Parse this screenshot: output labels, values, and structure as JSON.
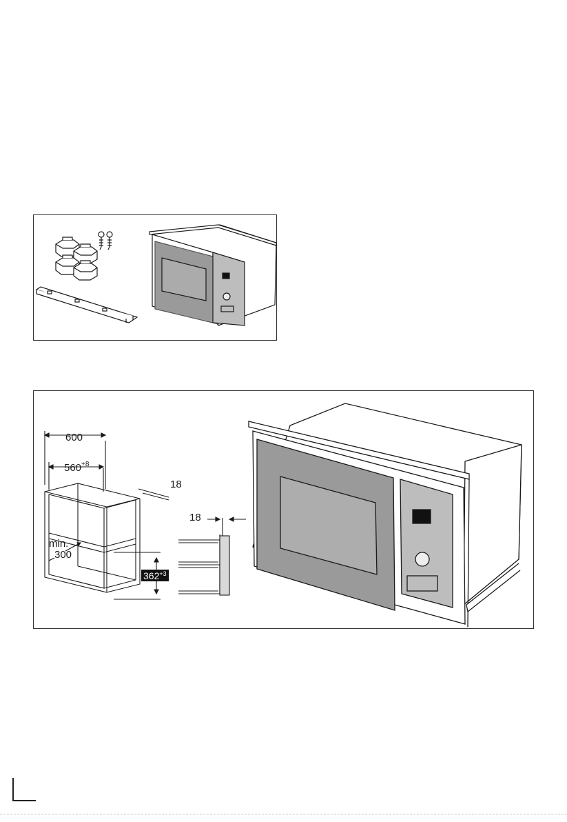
{
  "diagram": {
    "figure_top": {
      "type": "parts-overview"
    },
    "figure_bottom": {
      "type": "installation-dimensions",
      "labels": {
        "width_total": "600",
        "width_inner": "560",
        "width_inner_tol": "+8",
        "panel_thickness_top": "18",
        "panel_thickness_side": "18",
        "depth_min_label": "min.",
        "depth_min_value": "300",
        "height": "362",
        "height_tol": "+3"
      }
    }
  },
  "colors": {
    "appliance_gray": "#9a9a9a",
    "panel_fill": "#d9d9d9",
    "line": "#1a1a1a"
  }
}
